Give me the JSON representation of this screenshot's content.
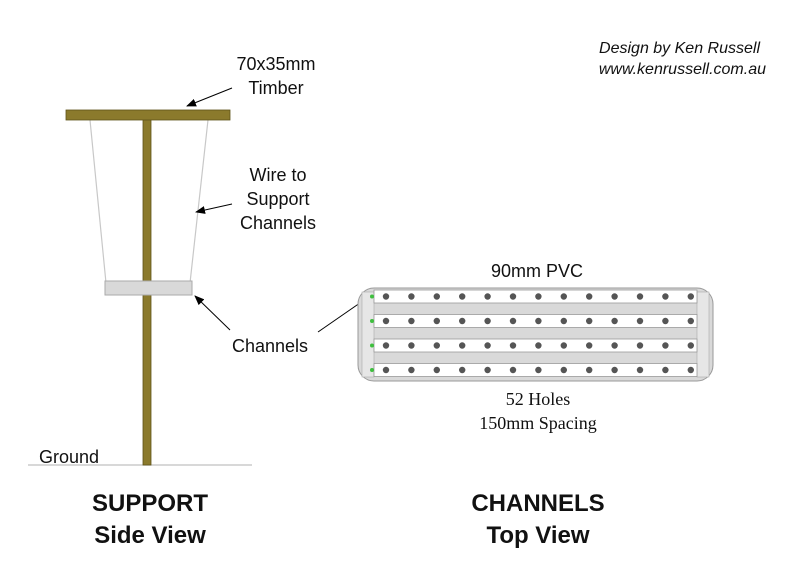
{
  "credit": {
    "line1": "Design by Ken Russell",
    "line2": "www.kenrussell.com.au"
  },
  "support": {
    "timber_label_1": "70x35mm",
    "timber_label_2": "Timber",
    "wire_label_1": "Wire to",
    "wire_label_2": "Support",
    "wire_label_3": "Channels",
    "channels_label": "Channels",
    "ground_label": "Ground",
    "heading_1": "SUPPORT",
    "heading_2": "Side View"
  },
  "channels": {
    "pvc_label": "90mm PVC",
    "holes_label": "52 Holes",
    "spacing_label": "150mm Spacing",
    "heading_1": "CHANNELS",
    "heading_2": "Top View",
    "pipe_count": 4,
    "holes_per_pipe": 13
  },
  "colors": {
    "timber": "#8b7a2c",
    "timber_edge": "#5e5218",
    "channel_fill": "#d9d9d9",
    "pipe_fill": "#ffffff",
    "hole": "#555555",
    "green_marker": "#3fbf3f",
    "ground_line": "#cccccc",
    "wire": "#c8c8c8"
  }
}
